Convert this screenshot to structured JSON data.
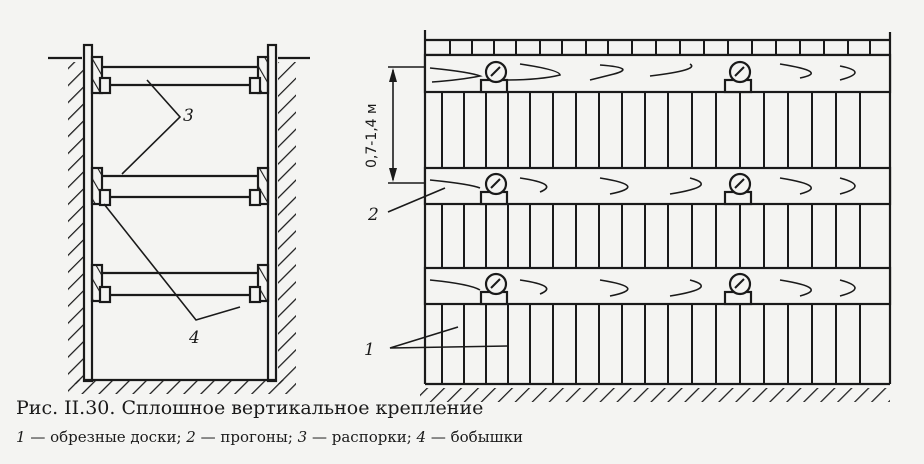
{
  "figure": {
    "caption_title": "Рис. II.30. Сплошное вертикальное крепление",
    "legend": [
      {
        "num": "1",
        "text": "обрезные доски"
      },
      {
        "num": "2",
        "text": "прогоны"
      },
      {
        "num": "3",
        "text": "распорки"
      },
      {
        "num": "4",
        "text": "бобышки"
      }
    ],
    "legend_separator": " — ",
    "cross_section_labels": {
      "spacer": "3",
      "block": "4"
    },
    "elevation_labels": {
      "plank": "1",
      "runner": "2"
    },
    "dimension": "0,7-1,4 м",
    "colors": {
      "ink": "#1a1a1a",
      "paper": "#f4f4f2"
    }
  }
}
